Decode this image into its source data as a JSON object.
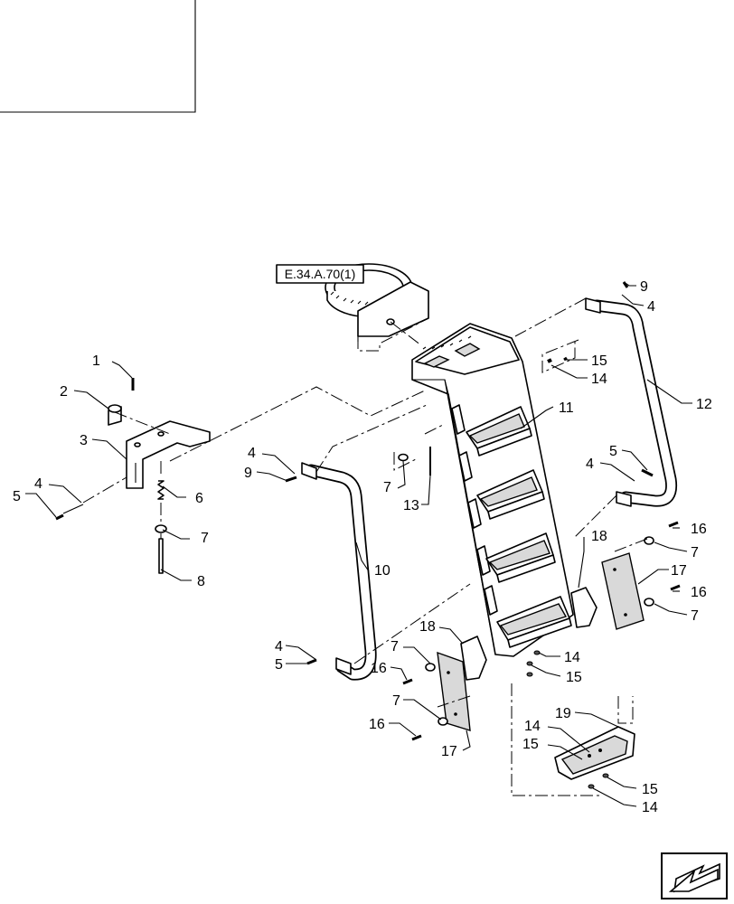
{
  "reference": {
    "label": "E.34.A.70(1)"
  },
  "callouts": [
    {
      "id": "c1",
      "text": "1"
    },
    {
      "id": "c2",
      "text": "2"
    },
    {
      "id": "c3",
      "text": "3"
    },
    {
      "id": "c4a",
      "text": "4"
    },
    {
      "id": "c5a",
      "text": "5"
    },
    {
      "id": "c6",
      "text": "6"
    },
    {
      "id": "c7a",
      "text": "7"
    },
    {
      "id": "c8",
      "text": "8"
    },
    {
      "id": "c4b",
      "text": "4"
    },
    {
      "id": "c9a",
      "text": "9"
    },
    {
      "id": "c7b",
      "text": "7"
    },
    {
      "id": "c13",
      "text": "13"
    },
    {
      "id": "c10",
      "text": "10"
    },
    {
      "id": "c4c",
      "text": "4"
    },
    {
      "id": "c5b",
      "text": "5"
    },
    {
      "id": "c18a",
      "text": "18"
    },
    {
      "id": "c7c",
      "text": "7"
    },
    {
      "id": "c16a",
      "text": "16"
    },
    {
      "id": "c7d",
      "text": "7"
    },
    {
      "id": "c16b",
      "text": "16"
    },
    {
      "id": "c17a",
      "text": "17"
    },
    {
      "id": "c11",
      "text": "11"
    },
    {
      "id": "c9b",
      "text": "9"
    },
    {
      "id": "c4d",
      "text": "4"
    },
    {
      "id": "c15a",
      "text": "15"
    },
    {
      "id": "c14a",
      "text": "14"
    },
    {
      "id": "c12",
      "text": "12"
    },
    {
      "id": "c5c",
      "text": "5"
    },
    {
      "id": "c4e",
      "text": "4"
    },
    {
      "id": "c18b",
      "text": "18"
    },
    {
      "id": "c16c",
      "text": "16"
    },
    {
      "id": "c7e",
      "text": "7"
    },
    {
      "id": "c17b",
      "text": "17"
    },
    {
      "id": "c16d",
      "text": "16"
    },
    {
      "id": "c7f",
      "text": "7"
    },
    {
      "id": "c14b",
      "text": "14"
    },
    {
      "id": "c15b",
      "text": "15"
    },
    {
      "id": "c19",
      "text": "19"
    },
    {
      "id": "c14c",
      "text": "14"
    },
    {
      "id": "c15c",
      "text": "15"
    },
    {
      "id": "c15d",
      "text": "15"
    },
    {
      "id": "c14d",
      "text": "14"
    }
  ],
  "navigation": {
    "icon": "arrow-down-left-icon"
  }
}
